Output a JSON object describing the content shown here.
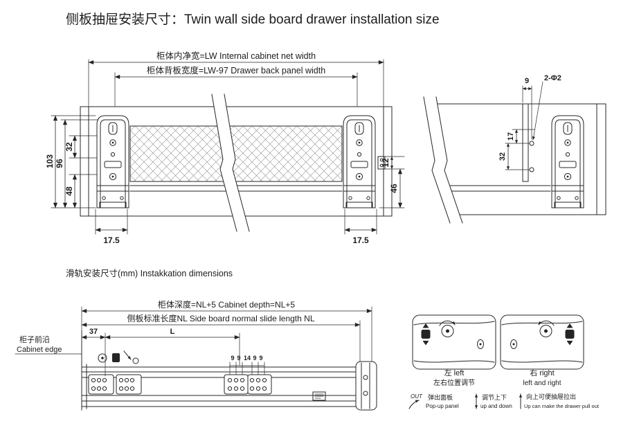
{
  "colors": {
    "ink": "#252525",
    "background": "#ffffff"
  },
  "title": "侧板抽屉安装尺寸：Twin wall side board drawer installation size",
  "section_title": "滑轨安装尺寸(mm) Instakkation dimensions",
  "front_view": {
    "dim_internal_width": "柜体内净宽=LW Internal cabinet net width",
    "dim_back_panel_width": "柜体背板宽度=LW-97 Drawer back panel width",
    "dim_total_height": "103",
    "dim_side_height": "96",
    "dim_upper_hole": "32",
    "dim_lower_hole": "48",
    "dim_left_inset": "17.5",
    "dim_right_inset": "17.5",
    "dim_bracket_height": "12",
    "dim_bracket_to_bottom": "46"
  },
  "back_detail": {
    "dim_hole_offset": "9",
    "dim_hole_callout": "2-Φ2",
    "dim_hole_spacing_upper": "17",
    "dim_hole_spacing_lower": "32"
  },
  "side_view": {
    "dim_cabinet_depth": "柜体深度=NL+5 Cabinet depth=NL+5",
    "dim_slide_length": "侧板标准长度NL Side board normal slide length NL",
    "cabinet_edge_cn": "柜子前沿",
    "cabinet_edge_en": "Cabinet edge",
    "dim_front_offset": "37",
    "dim_span": "L",
    "hole_dims": [
      "9",
      "9",
      "14",
      "9",
      "9"
    ]
  },
  "legend": {
    "left_label": "左  left",
    "left_sub": "左右位置调节",
    "right_label": "右  right",
    "right_sub": "left and right",
    "out_label": "OUT",
    "popup_cn": "弹出面板",
    "popup_en": "Pop-up panel",
    "updown_cn": "调节上下",
    "updown_en": "up and down",
    "pullout_cn": "向上可便抽屉拉出",
    "pullout_en": "Up can make the drawer pull out"
  }
}
